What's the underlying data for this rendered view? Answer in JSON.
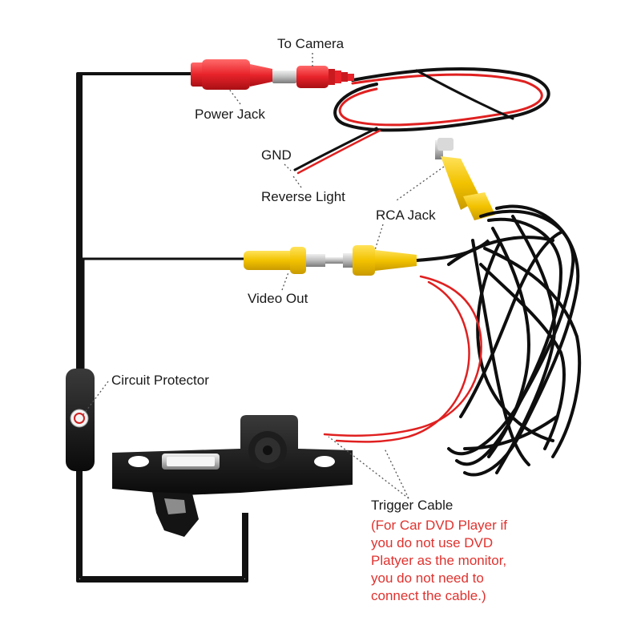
{
  "labels": {
    "to_camera": "To Camera",
    "power_jack": "Power Jack",
    "gnd": "GND",
    "reverse_light": "Reverse Light",
    "rca_jack": "RCA Jack",
    "video_out": "Video Out",
    "circuit_protector": "Circuit Protector",
    "trigger_cable": "Trigger Cable"
  },
  "trigger_note": {
    "line1": "(For Car DVD Player if",
    "line2": "you do not use DVD",
    "line3": "Platyer as the monitor,",
    "line4": "you do not need to",
    "line5": "connect the cable.)"
  },
  "colors": {
    "black_wire": "#111111",
    "red_wire": "#e02020",
    "rca_yellow": "#f2c200",
    "red_connector": "#e8232a",
    "note_text": "#e0322e"
  }
}
